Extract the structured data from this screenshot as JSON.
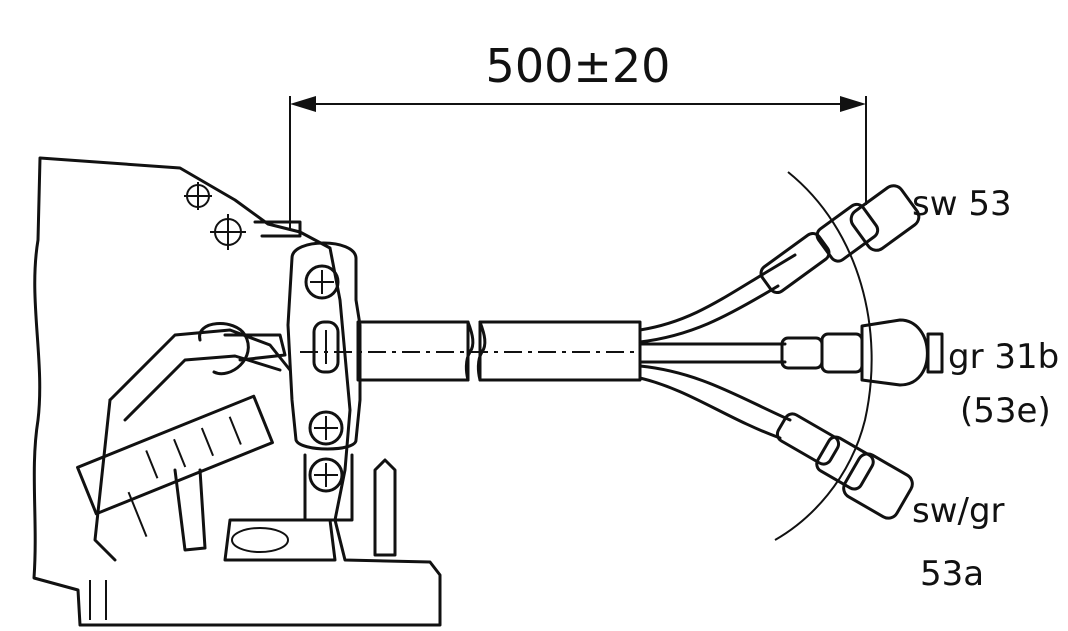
{
  "dimension": {
    "value": "500±20"
  },
  "labels": {
    "top_plug": "sw 53",
    "middle_plug_line1": "gr 31b",
    "middle_plug_line2": "(53e)",
    "bottom_plug_line1": "sw/gr",
    "bottom_plug_line2": "53a"
  }
}
